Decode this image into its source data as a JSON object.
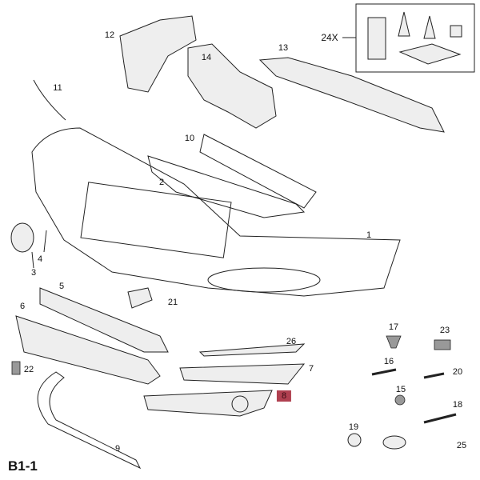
{
  "diagram_code": "B1-1",
  "kit_label": "24X",
  "callouts": [
    "1",
    "2",
    "3",
    "4",
    "5",
    "6",
    "7",
    "8",
    "9",
    "10",
    "11",
    "12",
    "13",
    "14",
    "15",
    "16",
    "17",
    "18",
    "19",
    "20",
    "21",
    "22",
    "23",
    "25",
    "26"
  ],
  "highlighted_callout": "8",
  "highlight_color": "#b04050"
}
